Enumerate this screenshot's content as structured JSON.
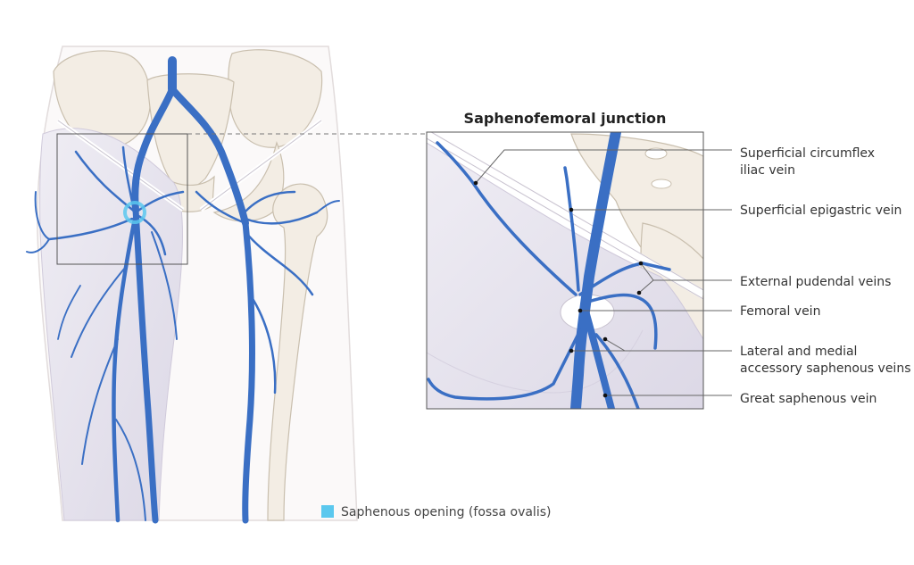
{
  "inset": {
    "title": "Saphenofemoral junction"
  },
  "labels": [
    {
      "id": "superficial-circumflex-iliac-vein",
      "lines": [
        "Superficial circumflex",
        "iliac vein"
      ]
    },
    {
      "id": "superficial-epigastric-vein",
      "lines": [
        "Superficial epigastric vein"
      ]
    },
    {
      "id": "external-pudendal-veins",
      "lines": [
        "External pudendal veins"
      ]
    },
    {
      "id": "femoral-vein",
      "lines": [
        "Femoral vein"
      ]
    },
    {
      "id": "accessory-saphenous-veins",
      "lines": [
        "Lateral and medial",
        "accessory saphenous veins"
      ]
    },
    {
      "id": "great-saphenous-vein",
      "lines": [
        "Great saphenous vein"
      ]
    }
  ],
  "legend": {
    "label": "Saphenous opening (fossa ovalis)",
    "color": "#5bc8ee"
  },
  "colors": {
    "vein": "#3a6fc4",
    "vein_dark": "#2a55a3",
    "bone": "#f3ede4",
    "bone_stroke": "#c9bfae",
    "skin": "#f1edf1",
    "fascia": "#e6e3ef"
  }
}
